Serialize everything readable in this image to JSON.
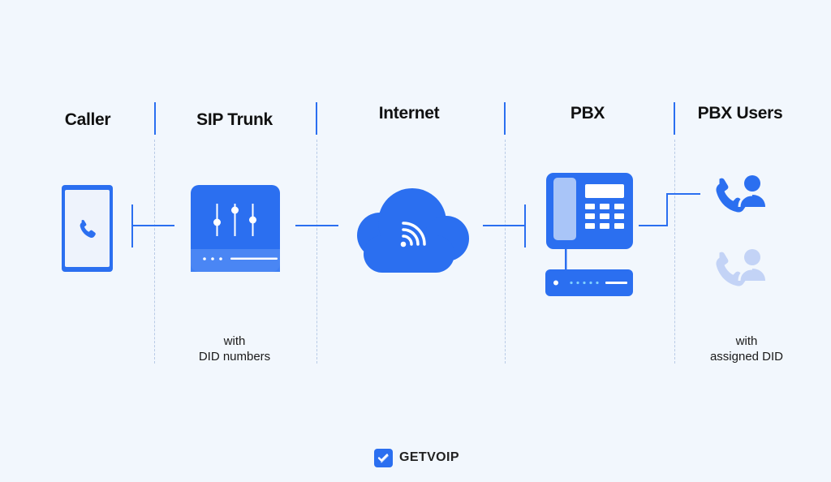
{
  "headers": {
    "caller": "Caller",
    "sip_trunk": "SIP Trunk",
    "internet": "Internet",
    "pbx": "PBX",
    "pbx_users": "PBX Users"
  },
  "captions": {
    "sip_trunk_line1": "with",
    "sip_trunk_line2": "DID numbers",
    "pbx_users_line1": "with",
    "pbx_users_line2": "assigned DID"
  },
  "brand": {
    "name": "GETVOIP"
  },
  "icons": {
    "caller": "smartphone-icon",
    "sip_trunk": "sip-trunk-device-icon",
    "internet": "cloud-wifi-icon",
    "pbx": "desk-phone-icon",
    "pbx_router": "router-icon",
    "user_active": "user-phone-icon",
    "user_inactive": "user-phone-faded-icon"
  },
  "colors": {
    "accent": "#2b6ff0",
    "faded": "#c3d3f6",
    "background": "#f2f7fd"
  }
}
